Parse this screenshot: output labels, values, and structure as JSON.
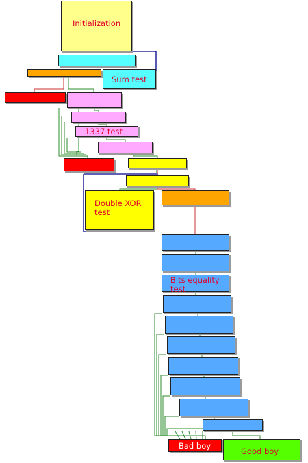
{
  "colors": {
    "yellow": "#ffff00",
    "pale_yellow": "#ffff8c",
    "cyan": "#55ffff",
    "orange": "#ffa500",
    "red": "#ff0000",
    "pink": "#ffaaff",
    "blue": "#55aaff",
    "green": "#55ff00",
    "label_text": "#e0002a",
    "edge_green": "#2e8b2e",
    "edge_red": "#c83232",
    "edge_navy": "#000088"
  },
  "labels": {
    "initialization": "Initialization",
    "sum_test": "Sum test",
    "leet_test": "1337 test",
    "double_xor_test": "Double XOR\ntest",
    "bits_equality_test": "Bits equality\ntest",
    "bad_boy": "Bad boy",
    "good_boy": "Good boy"
  }
}
